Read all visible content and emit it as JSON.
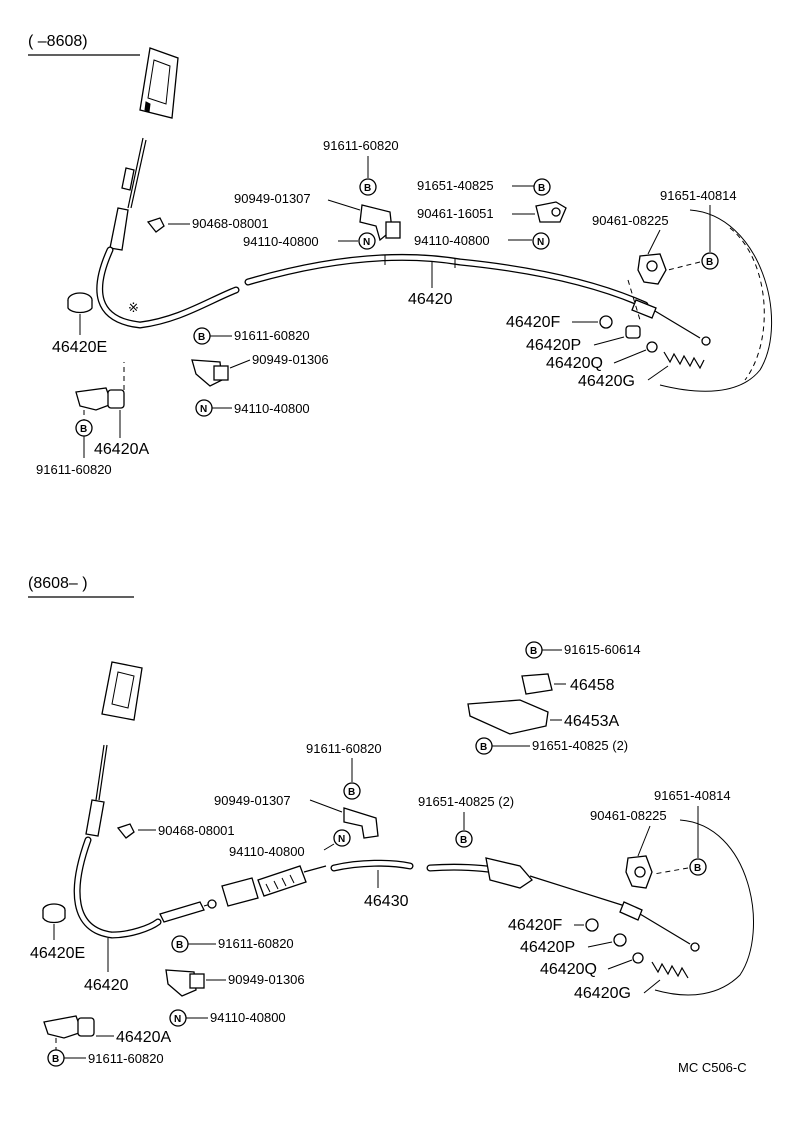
{
  "top_section": {
    "header": "(        –8608)",
    "labels": {
      "p_91611_60820_a": "91611-60820",
      "p_90949_01307": "90949-01307",
      "p_94110_40800_a": "94110-40800",
      "p_91651_40825": "91651-40825",
      "p_90461_16051": "90461-16051",
      "p_94110_40800_b": "94110-40800",
      "p_91651_40814": "91651-40814",
      "p_90461_08225": "90461-08225",
      "p_90468_08001": "90468-08001",
      "p_46420": "46420",
      "p_46420E": "46420E",
      "p_46420F": "46420F",
      "p_46420P": "46420P",
      "p_46420Q": "46420Q",
      "p_46420G": "46420G",
      "p_91611_60820_b": "91611-60820",
      "p_90949_01306": "90949-01306",
      "p_94110_40800_c": "94110-40800",
      "p_46420A": "46420A",
      "p_91611_60820_c": "91611-60820"
    }
  },
  "bottom_section": {
    "header": "(8608–        )",
    "labels": {
      "p_91615_60614": "91615-60614",
      "p_46458": "46458",
      "p_46453A": "46453A",
      "p_91651_40825_2a": "91651-40825 (2)",
      "p_91611_60820_a": "91611-60820",
      "p_90949_01307": "90949-01307",
      "p_91651_40825_2b": "91651-40825 (2)",
      "p_91651_40814": "91651-40814",
      "p_90461_08225": "90461-08225",
      "p_90468_08001": "90468-08001",
      "p_94110_40800_a": "94110-40800",
      "p_46430": "46430",
      "p_46420F": "46420F",
      "p_46420P": "46420P",
      "p_46420Q": "46420Q",
      "p_46420G": "46420G",
      "p_46420E": "46420E",
      "p_46420": "46420",
      "p_91611_60820_b": "91611-60820",
      "p_90949_01306": "90949-01306",
      "p_94110_40800_b": "94110-40800",
      "p_46420A": "46420A",
      "p_91611_60820_c": "91611-60820"
    }
  },
  "symbols": {
    "bolt": "B",
    "nut": "N"
  },
  "footer_code": "MC  C506-C"
}
